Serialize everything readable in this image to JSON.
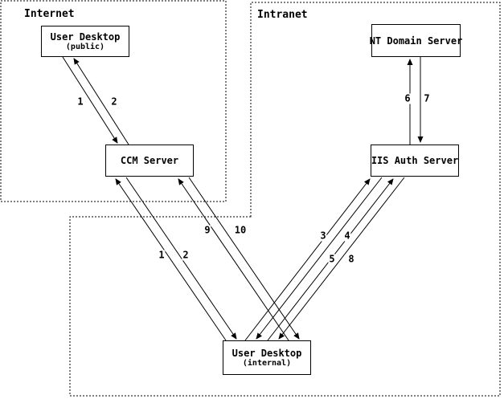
{
  "zones": [
    {
      "id": "internet",
      "label": "Internet"
    },
    {
      "id": "intranet",
      "label": "Intranet"
    }
  ],
  "nodes": [
    {
      "id": "user-desktop-public",
      "label": "User Desktop",
      "sublabel": "(public)"
    },
    {
      "id": "ccm-server",
      "label": "CCM Server"
    },
    {
      "id": "nt-domain-server",
      "label": "NT Domain Server"
    },
    {
      "id": "iis-auth-server",
      "label": "IIS Auth Server"
    },
    {
      "id": "user-desktop-internal",
      "label": "User Desktop",
      "sublabel": "(internal)"
    }
  ],
  "edges": [
    {
      "label": "1",
      "from": "user-desktop-public",
      "to": "ccm-server"
    },
    {
      "label": "2",
      "from": "ccm-server",
      "to": "user-desktop-public"
    },
    {
      "label": "1",
      "from": "user-desktop-internal",
      "to": "ccm-server"
    },
    {
      "label": "2",
      "from": "ccm-server",
      "to": "user-desktop-internal"
    },
    {
      "label": "9",
      "from": "user-desktop-internal",
      "to": "ccm-server"
    },
    {
      "label": "10",
      "from": "ccm-server",
      "to": "user-desktop-internal"
    },
    {
      "label": "3",
      "from": "user-desktop-internal",
      "to": "iis-auth-server"
    },
    {
      "label": "4",
      "from": "iis-auth-server",
      "to": "user-desktop-internal"
    },
    {
      "label": "5",
      "from": "user-desktop-internal",
      "to": "iis-auth-server"
    },
    {
      "label": "8",
      "from": "iis-auth-server",
      "to": "user-desktop-internal"
    },
    {
      "label": "6",
      "from": "iis-auth-server",
      "to": "nt-domain-server"
    },
    {
      "label": "7",
      "from": "nt-domain-server",
      "to": "iis-auth-server"
    }
  ],
  "colors": {
    "stroke": "#000000",
    "background": "#ffffff"
  }
}
